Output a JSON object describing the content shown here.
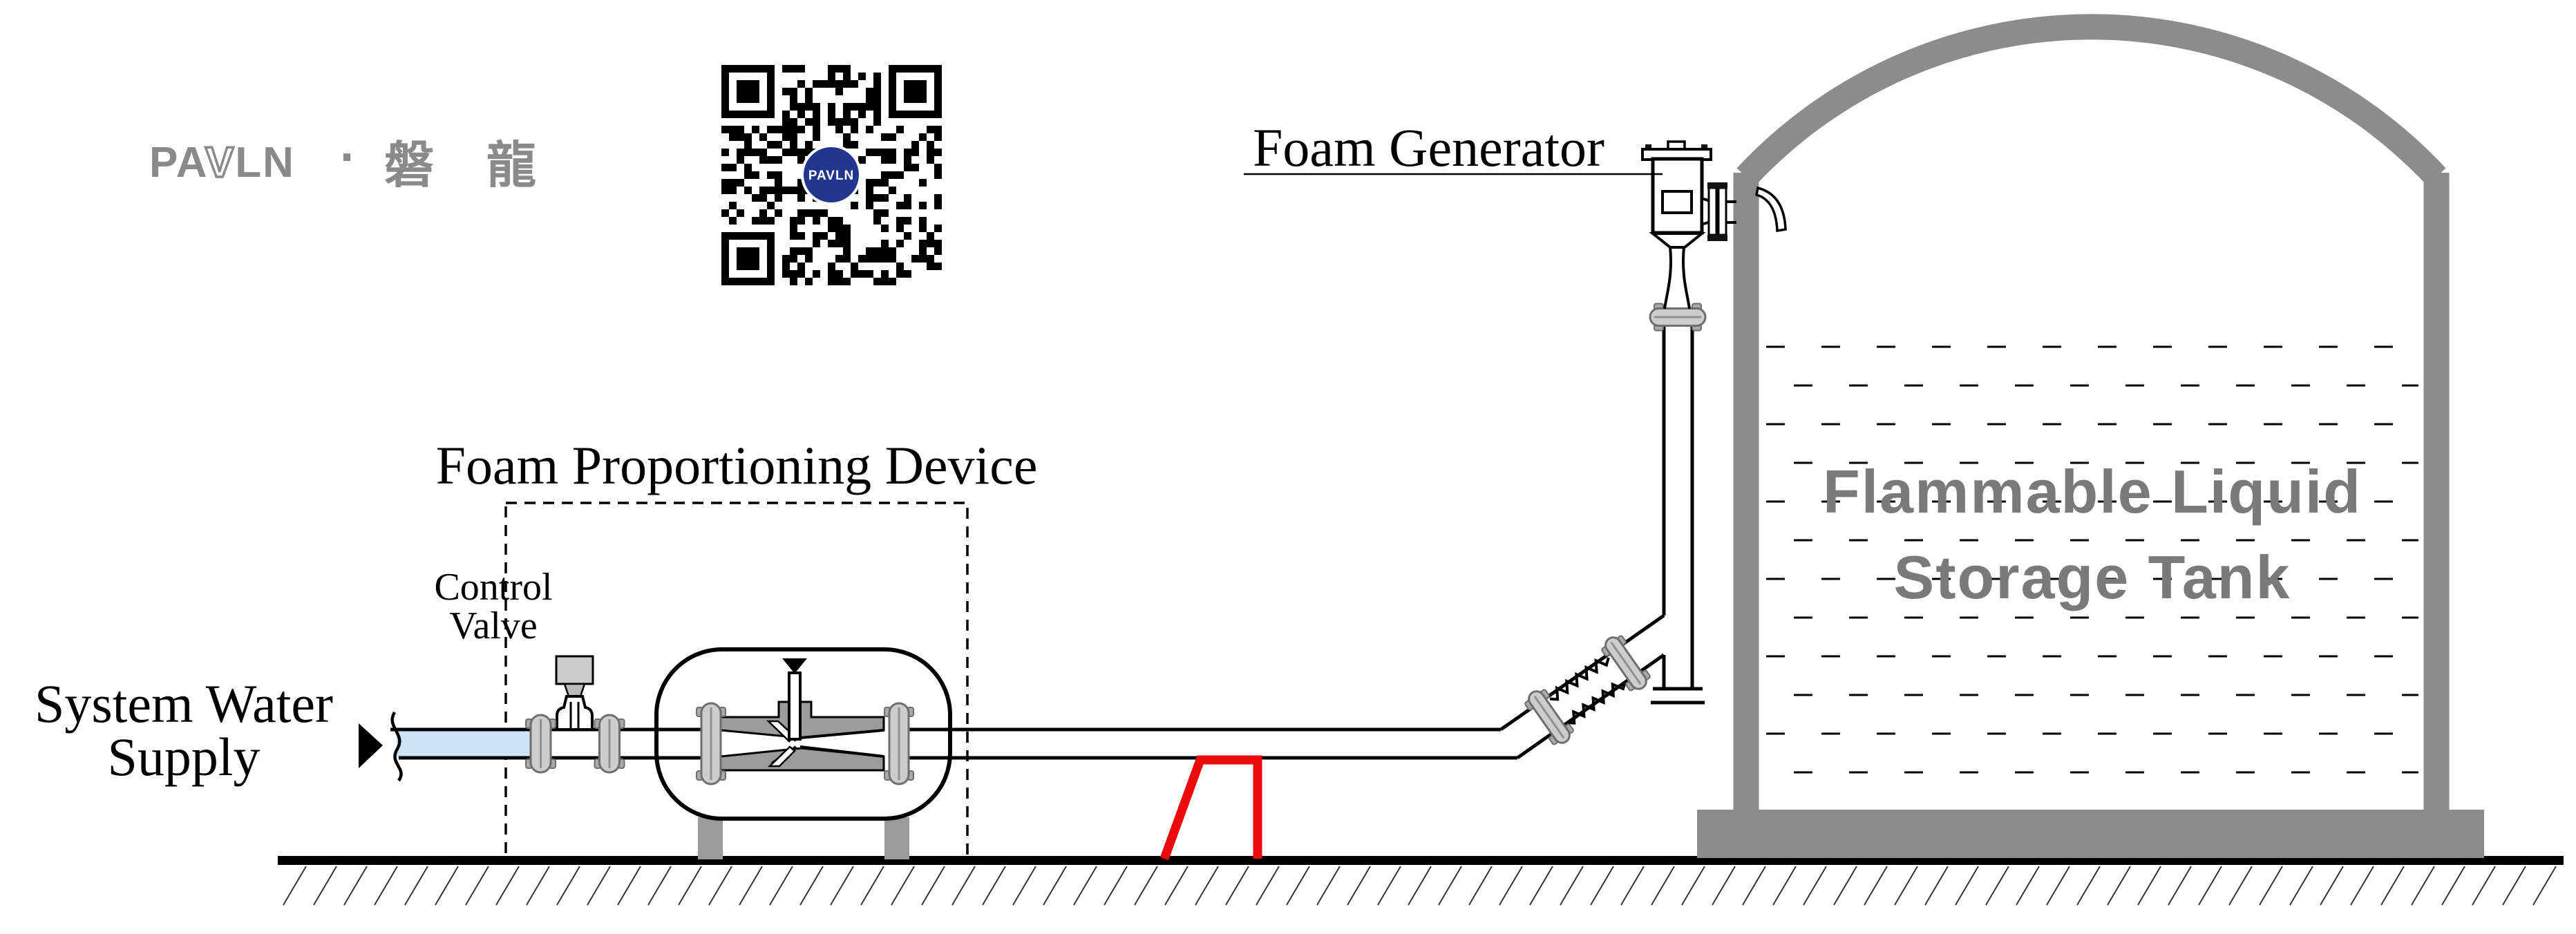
{
  "diagram": {
    "logo": {
      "part1": "PA",
      "part2": "V",
      "part3": "LN",
      "separator": "·",
      "cjk": "磐 龍"
    },
    "qr": {
      "center_label": "PAVLN"
    },
    "labels": {
      "foam_generator": "Foam Generator",
      "foam_proportioning_device": "Foam Proportioning Device",
      "control_valve_line1": "Control",
      "control_valve_line2": "Valve",
      "system_water_line1": "System Water",
      "system_water_line2": "Supply",
      "tank_line1": "Flammable Liquid",
      "tank_line2": "Storage Tank"
    },
    "colors": {
      "tank_gray": "#8c8c8c",
      "tank_text_gray": "#7a7a7a",
      "logo_gray": "#8a8a8a",
      "water_blue": "#cfe3f8",
      "support_red": "#ee0a0a",
      "qr_blue": "#23368f",
      "flange_gray": "#cdcdcd",
      "flange_edge": "#6e6e6e",
      "bolt_gray": "#a9a9a9",
      "machine_gray": "#9b9b9b",
      "hatch_gray": "#333333",
      "line_black": "#000000"
    }
  }
}
